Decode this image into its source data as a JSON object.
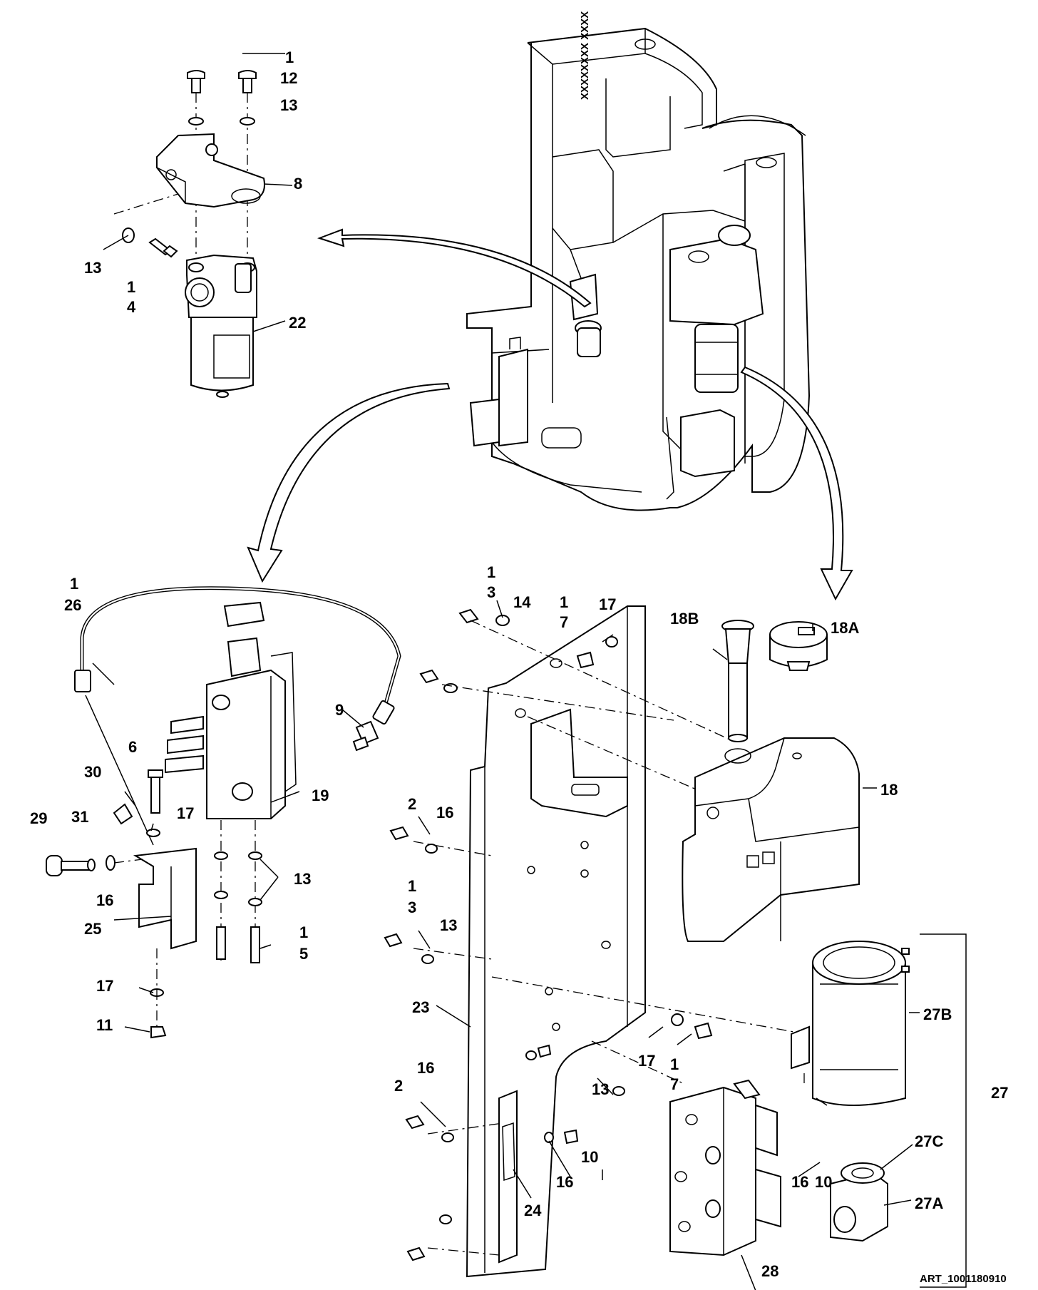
{
  "art_id": "ART_1001180910",
  "callouts": [
    {
      "id": "c-1a",
      "text": "1"
    },
    {
      "id": "c-12",
      "text": "12"
    },
    {
      "id": "c-13a",
      "text": "13"
    },
    {
      "id": "c-8",
      "text": "8"
    },
    {
      "id": "c-13b",
      "text": "13"
    },
    {
      "id": "c-1b",
      "text": "1"
    },
    {
      "id": "c-4",
      "text": "4"
    },
    {
      "id": "c-22",
      "text": "22"
    },
    {
      "id": "c-1c",
      "text": "1"
    },
    {
      "id": "c-26",
      "text": "26"
    },
    {
      "id": "c-9",
      "text": "9"
    },
    {
      "id": "c-6",
      "text": "6"
    },
    {
      "id": "c-30",
      "text": "30"
    },
    {
      "id": "c-19",
      "text": "19"
    },
    {
      "id": "c-17a",
      "text": "17"
    },
    {
      "id": "c-29",
      "text": "29"
    },
    {
      "id": "c-31",
      "text": "31"
    },
    {
      "id": "c-16a",
      "text": "16"
    },
    {
      "id": "c-13c",
      "text": "13"
    },
    {
      "id": "c-25",
      "text": "25"
    },
    {
      "id": "c-1d",
      "text": "1"
    },
    {
      "id": "c-5",
      "text": "5"
    },
    {
      "id": "c-17b",
      "text": "17"
    },
    {
      "id": "c-11",
      "text": "11"
    },
    {
      "id": "c-1e",
      "text": "1"
    },
    {
      "id": "c-3a",
      "text": "3"
    },
    {
      "id": "c-14",
      "text": "14"
    },
    {
      "id": "c-1f",
      "text": "1"
    },
    {
      "id": "c-7a",
      "text": "7"
    },
    {
      "id": "c-17c",
      "text": "17"
    },
    {
      "id": "c-18B",
      "text": "18B"
    },
    {
      "id": "c-18A",
      "text": "18A"
    },
    {
      "id": "c-18",
      "text": "18"
    },
    {
      "id": "c-2a",
      "text": "2"
    },
    {
      "id": "c-16b",
      "text": "16"
    },
    {
      "id": "c-1g",
      "text": "1"
    },
    {
      "id": "c-3b",
      "text": "3"
    },
    {
      "id": "c-13d",
      "text": "13"
    },
    {
      "id": "c-23",
      "text": "23"
    },
    {
      "id": "c-27B",
      "text": "27B"
    },
    {
      "id": "c-27",
      "text": "27"
    },
    {
      "id": "c-17d",
      "text": "17"
    },
    {
      "id": "c-1h",
      "text": "1"
    },
    {
      "id": "c-7b",
      "text": "7"
    },
    {
      "id": "c-13e",
      "text": "13"
    },
    {
      "id": "c-2b",
      "text": "2"
    },
    {
      "id": "c-16c",
      "text": "16"
    },
    {
      "id": "c-10a",
      "text": "10"
    },
    {
      "id": "c-16d",
      "text": "16"
    },
    {
      "id": "c-24",
      "text": "24"
    },
    {
      "id": "c-16e",
      "text": "16"
    },
    {
      "id": "c-10b",
      "text": "10"
    },
    {
      "id": "c-27C",
      "text": "27C"
    },
    {
      "id": "c-27A",
      "text": "27A"
    },
    {
      "id": "c-28",
      "text": "28"
    }
  ],
  "decal_text": "XXXXXXXX XXXX"
}
